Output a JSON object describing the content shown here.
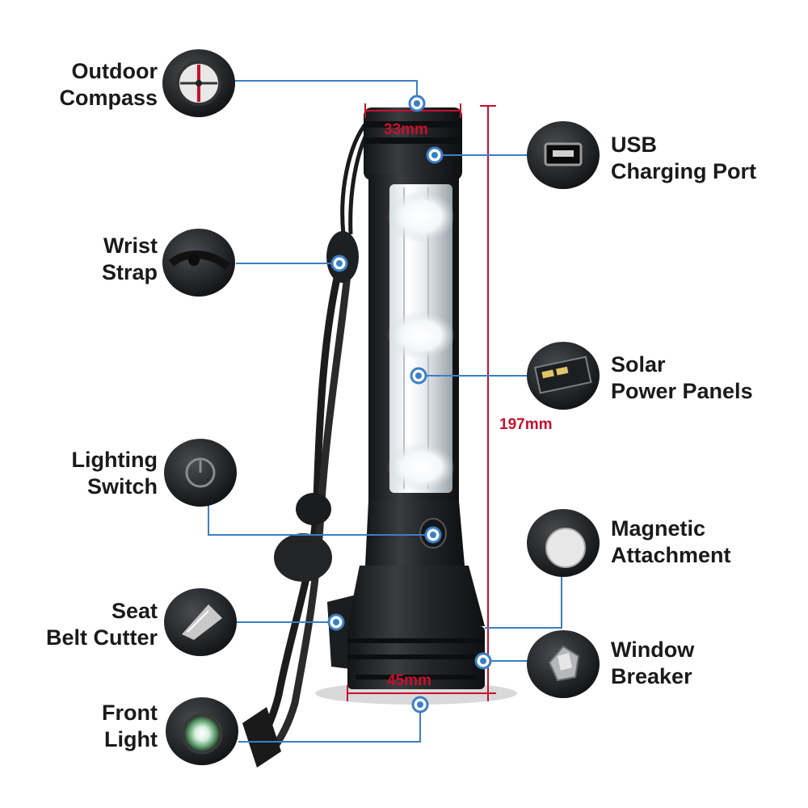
{
  "features": {
    "compass": {
      "line1": "Outdoor",
      "line2": "Compass"
    },
    "usb": {
      "line1": "USB",
      "line2": "Charging Port"
    },
    "strap": {
      "line1": "Wrist",
      "line2": "Strap"
    },
    "solar": {
      "line1": "Solar",
      "line2": "Power Panels"
    },
    "switch": {
      "line1": "Lighting",
      "line2": "Switch"
    },
    "magnet": {
      "line1": "Magnetic",
      "line2": "Attachment"
    },
    "cutter": {
      "line1": "Seat",
      "line2": "Belt Cutter"
    },
    "breaker": {
      "line1": "Window",
      "line2": "Breaker"
    },
    "front": {
      "line1": "Front",
      "line2": "Light"
    }
  },
  "dimensions": {
    "top_width": "33mm",
    "bottom_width": "45mm",
    "length": "197mm"
  },
  "colors": {
    "leader": "#3b7fc4",
    "dimension": "#c8102e",
    "body": "#2b2d30"
  }
}
